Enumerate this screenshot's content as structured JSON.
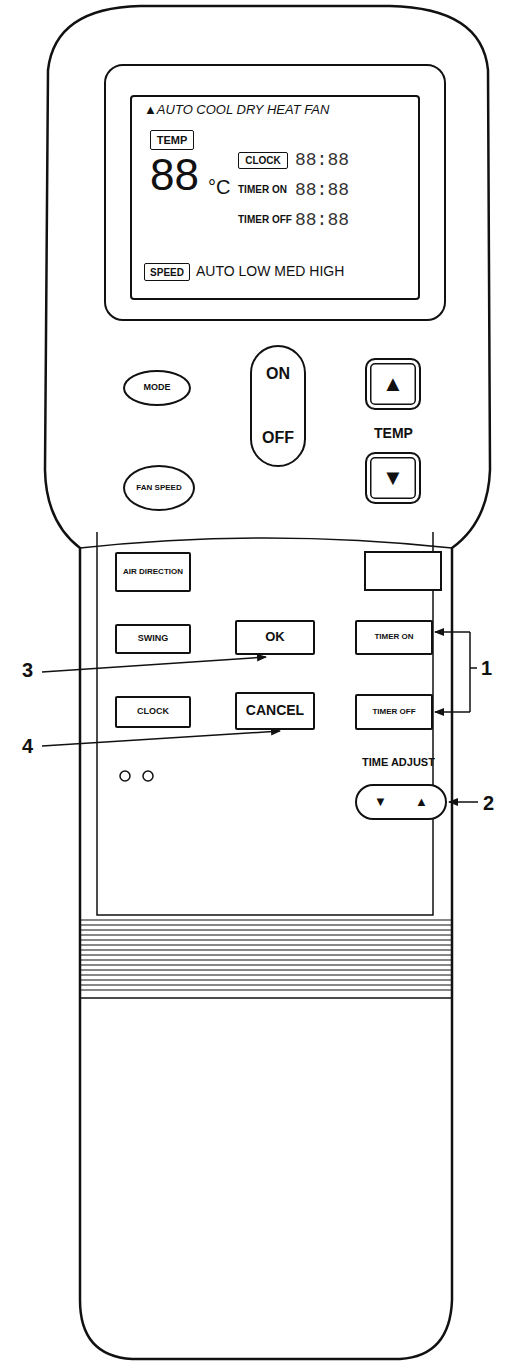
{
  "diagram": {
    "nodes": [
      {
        "text": [
          "▲AUTO COOL DRY HEAT FAN",
          "88",
          "°C",
          "88:88",
          "TIMER ON",
          "88:88",
          "TIMER OFF",
          "88:88",
          "AUTO LOW MED HIGH"
        ]
      },
      {
        "text": [
          "TEMP"
        ],
        "in": 0
      },
      {
        "text": [
          "CLOCK"
        ],
        "in": 0
      },
      {
        "text": [
          "SPEED"
        ],
        "in": 0
      },
      {
        "text": [
          "MODE"
        ]
      },
      {
        "text": [
          "ON",
          "OFF"
        ]
      },
      {
        "text": [
          "▲"
        ]
      },
      {
        "text": [
          "▼"
        ]
      },
      {
        "text": [
          "FAN SPEED"
        ]
      },
      {
        "text": [
          "AIR DIRECTION"
        ]
      },
      {
        "text": [
          "SWING"
        ]
      },
      {
        "text": [
          "OK"
        ]
      },
      {
        "text": [
          "TIMER ON"
        ]
      },
      {
        "text": [
          "CLOCK"
        ]
      },
      {
        "text": [
          "CANCEL"
        ]
      },
      {
        "text": [
          "TIMER OFF"
        ]
      },
      {
        "text": [
          "▼",
          "▲"
        ]
      }
    ],
    "labels": [
      "TEMP",
      "3",
      "1",
      "4",
      "TIME ADJUST",
      "2"
    ]
  }
}
